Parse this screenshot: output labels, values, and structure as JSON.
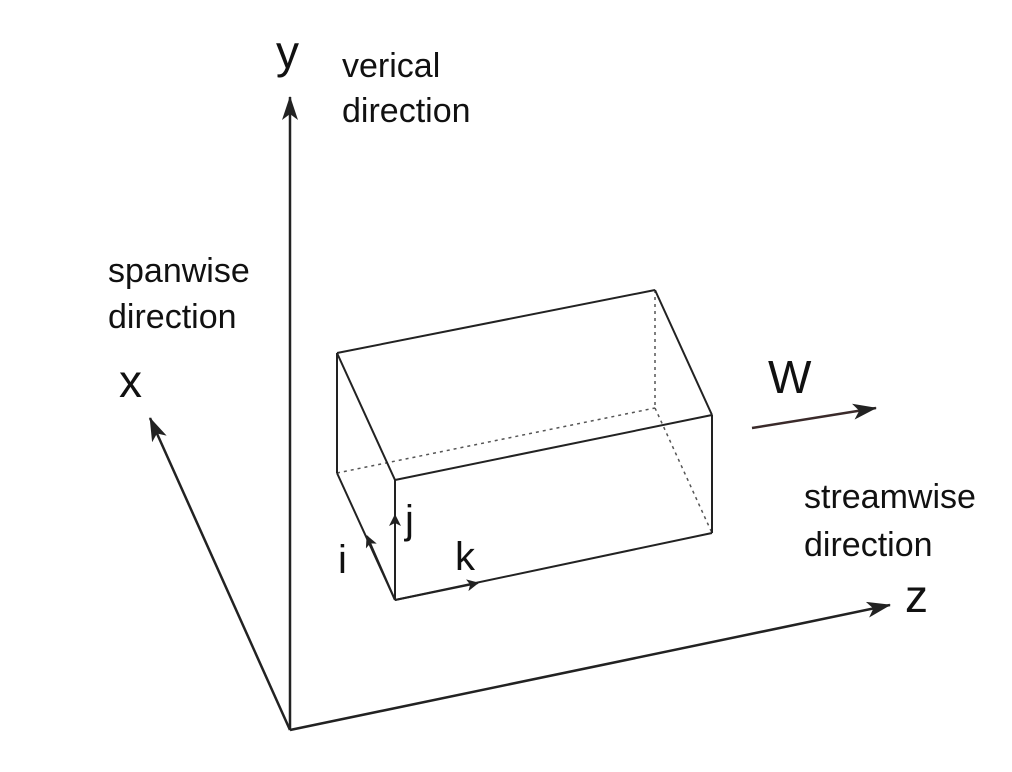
{
  "colors": {
    "line": "#222222",
    "flow_arrow": "#3a2a2a",
    "background": "#ffffff"
  },
  "axes": {
    "y": {
      "label": "y",
      "caption_line1": "verical",
      "caption_line2": "direction"
    },
    "x": {
      "label": "x",
      "caption_line1": "spanwise",
      "caption_line2": "direction"
    },
    "z": {
      "label": "z",
      "caption_line1": "streamwise",
      "caption_line2": "direction"
    }
  },
  "flow": {
    "label": "W"
  },
  "local_axes": {
    "i": "i",
    "j": "j",
    "k": "k"
  }
}
